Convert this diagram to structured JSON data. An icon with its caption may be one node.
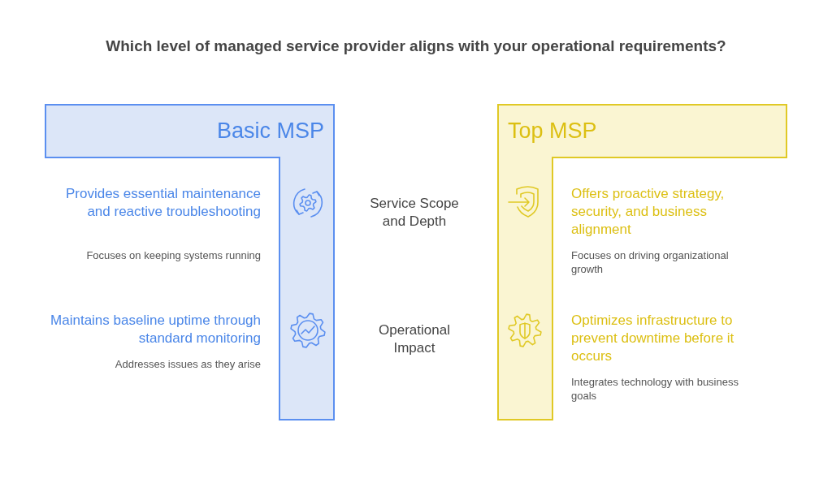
{
  "diagram": {
    "title": "Which level of managed service provider aligns with your operational requirements?",
    "nodes": [
      {
        "text": [
          "Basic MSP"
        ]
      },
      {
        "text": [
          "Top MSP"
        ]
      }
    ],
    "labels": [
      "Provides essential maintenance and reactive troubleshooting",
      "Service Scope and Depth",
      "Offers proactive strategy, security, and business alignment",
      "Focuses on keeping systems running",
      "Focuses on driving organizational growth",
      "Maintains baseline uptime through standard monitoring",
      "Operational Impact",
      "Optimizes infrastructure to prevent downtime before it occurs",
      "Addresses issues as they arise",
      "Integrates technology with business goals"
    ]
  }
}
